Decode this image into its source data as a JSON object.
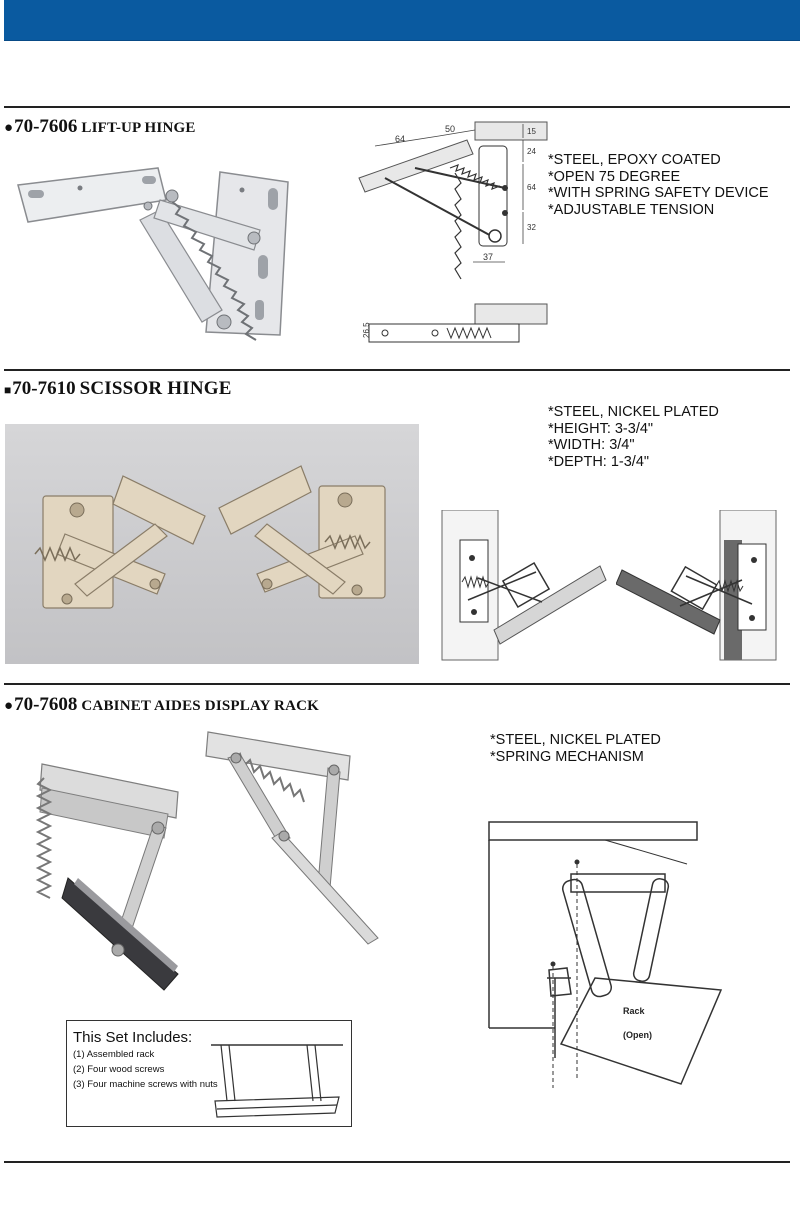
{
  "colors": {
    "header_bar": "#0a5aa0",
    "rule": "#222222",
    "photo_background": "#cfcfd1"
  },
  "sections": [
    {
      "code": "70-7606",
      "name": "LIFT-UP HINGE",
      "bullet": "●",
      "specs": [
        "*STEEL, EPOXY COATED",
        "*OPEN 75 DEGREE",
        "*WITH SPRING SAFETY DEVICE",
        "*ADJUSTABLE TENSION"
      ],
      "dimensions": [
        "64",
        "50",
        "15",
        "24",
        "64",
        "32",
        "37",
        "26.5"
      ]
    },
    {
      "code": "70-7610",
      "name": "SCISSOR HINGE",
      "bullet": "■",
      "specs": [
        "*STEEL, NICKEL PLATED",
        "*HEIGHT: 3-3/4\"",
        "*WIDTH: 3/4\"",
        "*DEPTH: 1-3/4\""
      ]
    },
    {
      "code": "70-7608",
      "name": "CABINET AIDES DISPLAY RACK",
      "bullet": "●",
      "specs": [
        "*STEEL, NICKEL PLATED",
        "*SPRING MECHANISM"
      ],
      "set_title": "This Set Includes:",
      "set_items": [
        "(1) Assembled rack",
        "(2) Four wood screws",
        "(3) Four machine screws with nuts"
      ],
      "diagram_labels": [
        "Rack",
        "(Open)"
      ]
    }
  ]
}
